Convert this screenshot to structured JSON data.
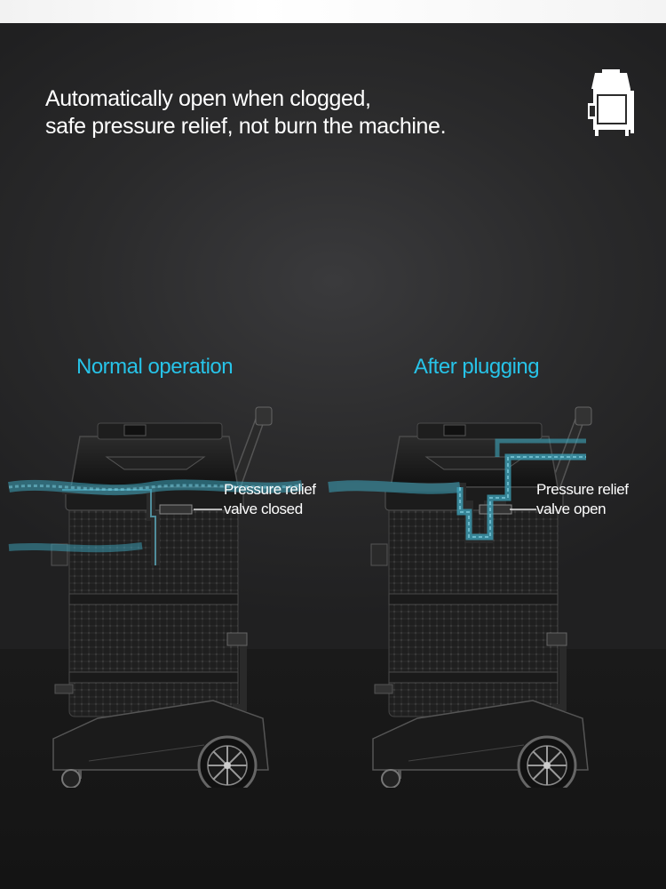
{
  "headline": {
    "line1": "Automatically open when clogged,",
    "line2": "safe pressure relief, not burn the machine."
  },
  "sections": {
    "left": {
      "title": "Normal operation",
      "callout_line1": "Pressure relief",
      "callout_line2": "valve closed"
    },
    "right": {
      "title": "After plugging",
      "callout_line1": "Pressure relief",
      "callout_line2": "valve open"
    }
  },
  "icons": {
    "corner": "vacuum-cleaner-icon"
  },
  "colors": {
    "accent": "#27c3e8",
    "airflow": "#3ea6bd",
    "background": "#2b2b2b",
    "text": "#ffffff"
  }
}
